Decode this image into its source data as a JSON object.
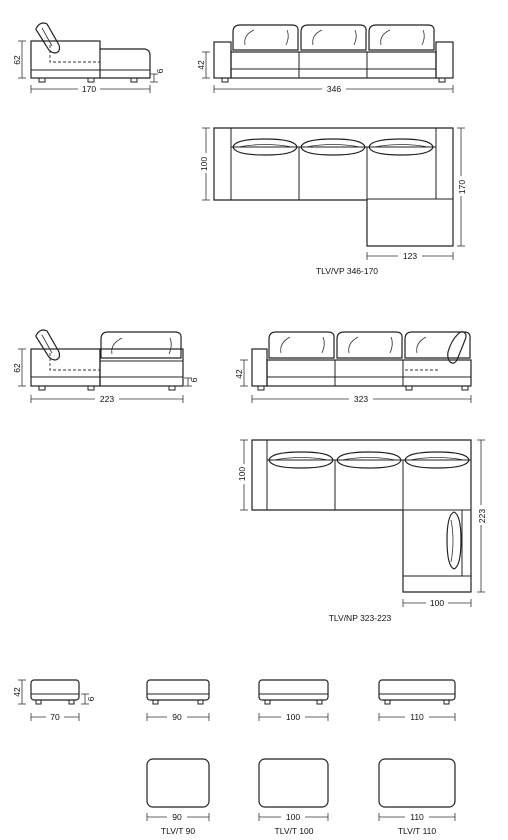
{
  "models": [
    {
      "name": "TLV/VP 346-170",
      "dims": {
        "side_width": "170",
        "side_height": "62",
        "foot_height": "6",
        "front_width": "346",
        "front_height": "42",
        "plan_depth": "100",
        "plan_height": "170",
        "plan_chaise": "123"
      }
    },
    {
      "name": "TLV/NP 323-223",
      "dims": {
        "side_width": "223",
        "side_height": "62",
        "foot_height": "6",
        "front_width": "323",
        "front_height": "42",
        "plan_depth": "100",
        "plan_height": "223",
        "plan_chaise": "100"
      }
    }
  ],
  "footstools": {
    "small": {
      "width": "70",
      "height": "42",
      "foot": "6"
    },
    "items": [
      {
        "name": "TLV/T 90",
        "width": "90"
      },
      {
        "name": "TLV/T 100",
        "width": "100"
      },
      {
        "name": "TLV/T 110",
        "width": "110"
      }
    ]
  }
}
